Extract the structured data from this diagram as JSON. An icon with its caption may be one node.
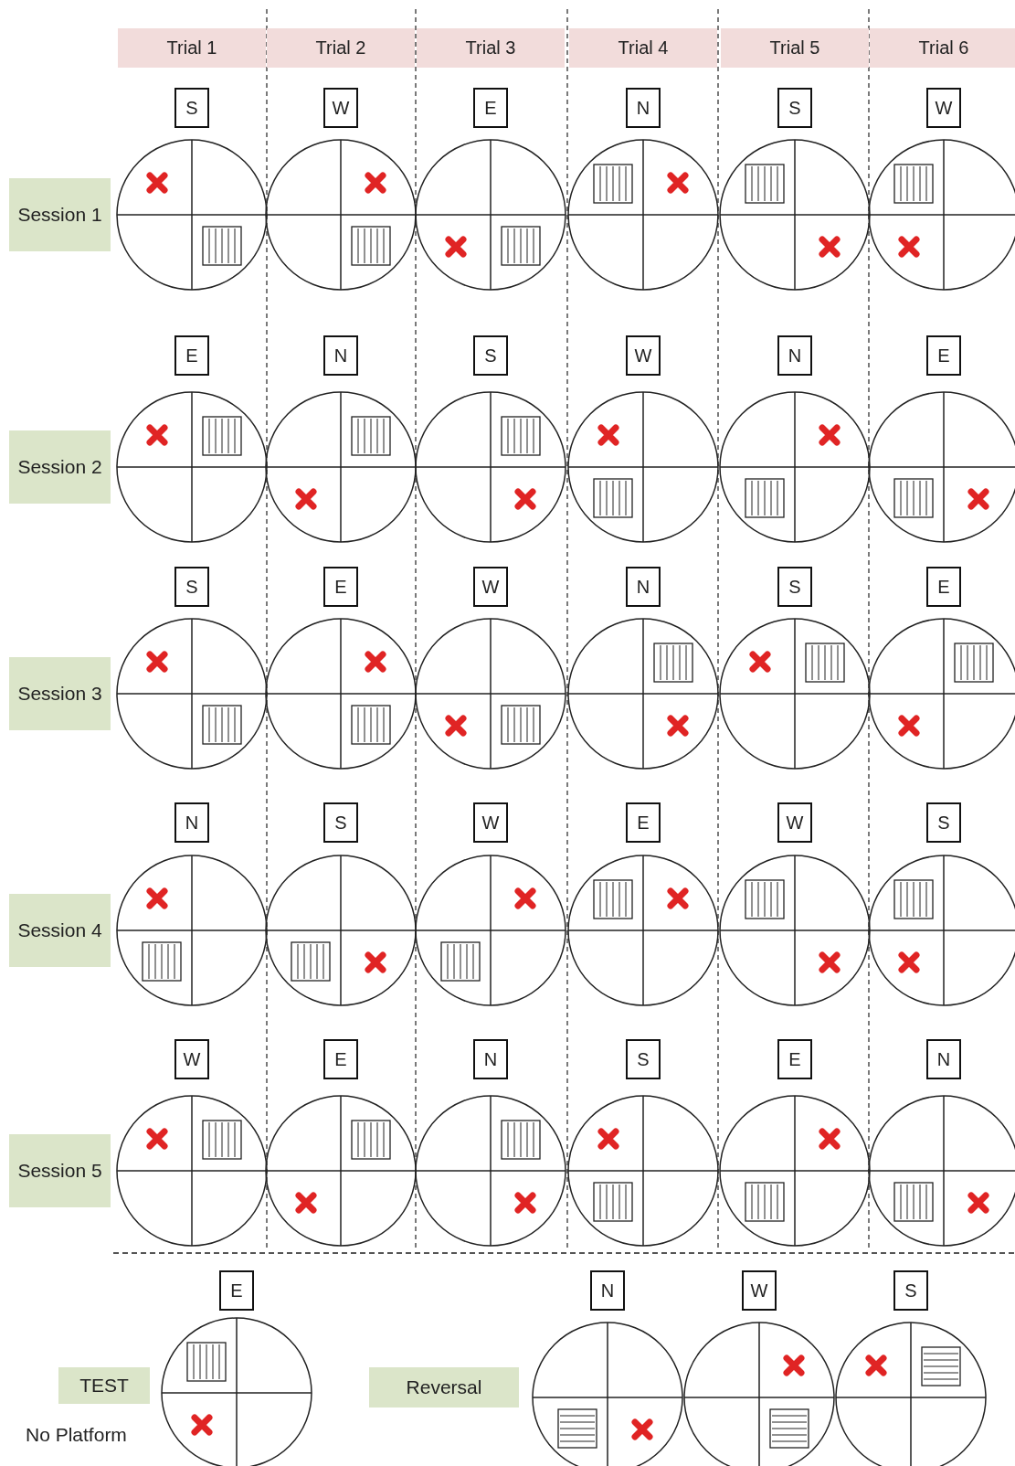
{
  "diagram": {
    "nodes": [
      {
        "text": [
          "Trial 1"
        ]
      },
      {
        "text": [
          "Trial 2"
        ]
      },
      {
        "text": [
          "Trial 3"
        ]
      },
      {
        "text": [
          "Trial 4"
        ]
      },
      {
        "text": [
          "Trial 5"
        ]
      },
      {
        "text": [
          "Trial 6"
        ]
      },
      {
        "text": [
          "S"
        ]
      },
      {
        "text": [
          "W"
        ]
      },
      {
        "text": [
          "E"
        ]
      },
      {
        "text": [
          "N"
        ]
      },
      {
        "text": [
          "S"
        ]
      },
      {
        "text": [
          "W"
        ]
      },
      {
        "text": [
          "Session 1"
        ]
      },
      {
        "text": [
          "E"
        ]
      },
      {
        "text": [
          "N"
        ]
      },
      {
        "text": [
          "S"
        ]
      },
      {
        "text": [
          "W"
        ]
      },
      {
        "text": [
          "N"
        ]
      },
      {
        "text": [
          "E"
        ]
      },
      {
        "text": [
          "Session 2"
        ]
      },
      {
        "text": [
          "S"
        ]
      },
      {
        "text": [
          "E"
        ]
      },
      {
        "text": [
          "W"
        ]
      },
      {
        "text": [
          "N"
        ]
      },
      {
        "text": [
          "S"
        ]
      },
      {
        "text": [
          "E"
        ]
      },
      {
        "text": [
          "Session 3"
        ]
      },
      {
        "text": [
          "N"
        ]
      },
      {
        "text": [
          "S"
        ]
      },
      {
        "text": [
          "W"
        ]
      },
      {
        "text": [
          "E"
        ]
      },
      {
        "text": [
          "W"
        ]
      },
      {
        "text": [
          "S"
        ]
      },
      {
        "text": [
          "Session 4"
        ]
      },
      {
        "text": [
          "W"
        ]
      },
      {
        "text": [
          "E"
        ]
      },
      {
        "text": [
          "N"
        ]
      },
      {
        "text": [
          "S"
        ]
      },
      {
        "text": [
          "E"
        ]
      },
      {
        "text": [
          "N"
        ]
      },
      {
        "text": [
          "Session 5"
        ]
      },
      {
        "text": [
          "E"
        ]
      },
      {
        "text": [
          "N"
        ]
      },
      {
        "text": [
          "W"
        ]
      },
      {
        "text": [
          "S"
        ]
      },
      {
        "text": [
          "TEST"
        ]
      },
      {
        "text": [
          "Reversal"
        ]
      }
    ],
    "labels": [
      "No Platform"
    ]
  }
}
